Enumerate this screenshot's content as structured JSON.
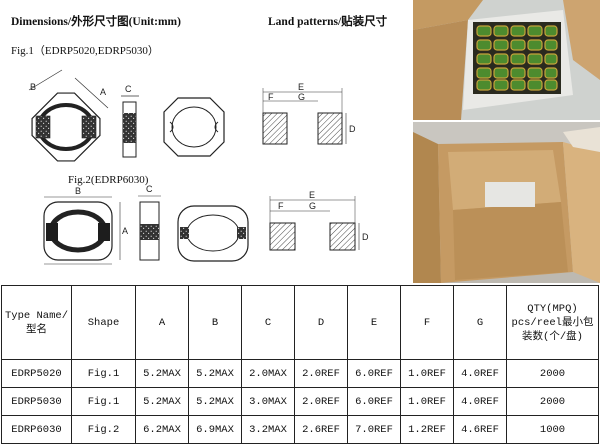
{
  "header": {
    "dimensions_title": "Dimensions/外形尺寸图(Unit:mm)",
    "land_title": "Land patterns/贴装尺寸"
  },
  "figures": {
    "fig1_label": "Fig.1（EDRP5020,EDRP5030）",
    "fig2_label": "Fig.2(EDRP6030)",
    "dim_labels": {
      "a": "A",
      "b": "B",
      "c": "C",
      "d": "D",
      "e": "E",
      "f": "F",
      "g": "G",
      "fig2_e": "E",
      "fig2_g": "G",
      "fig2_f": "F",
      "fig2_d": "D",
      "fig2_a": "A",
      "fig2_b": "B",
      "fig2_c": "C"
    }
  },
  "table": {
    "headers": {
      "type": "Type Name/\n型名",
      "shape": "Shape",
      "a": "A",
      "b": "B",
      "c": "C",
      "d": "D",
      "e": "E",
      "f": "F",
      "g": "G",
      "qty": "QTY(MPQ)\npcs/reel最小包\n装数(个/盘)"
    },
    "rows": [
      {
        "type": "EDRP5020",
        "shape": "Fig.1",
        "a": "5.2MAX",
        "b": "5.2MAX",
        "c": "2.0MAX",
        "d": "2.0REF",
        "e": "6.0REF",
        "f": "1.0REF",
        "g": "4.0REF",
        "qty": "2000"
      },
      {
        "type": "EDRP5030",
        "shape": "Fig.1",
        "a": "5.2MAX",
        "b": "5.2MAX",
        "c": "3.0MAX",
        "d": "2.0REF",
        "e": "6.0REF",
        "f": "1.0REF",
        "g": "4.0REF",
        "qty": "2000"
      },
      {
        "type": "EDRP6030",
        "shape": "Fig.2",
        "a": "6.2MAX",
        "b": "6.9MAX",
        "c": "3.2MAX",
        "d": "2.6REF",
        "e": "7.0REF",
        "f": "1.2REF",
        "g": "4.6REF",
        "qty": "1000"
      }
    ]
  },
  "colors": {
    "coil_dark": "#1d1d1d",
    "photo_box": "#c7a06c",
    "pcb_green": "#2e8a2a"
  }
}
